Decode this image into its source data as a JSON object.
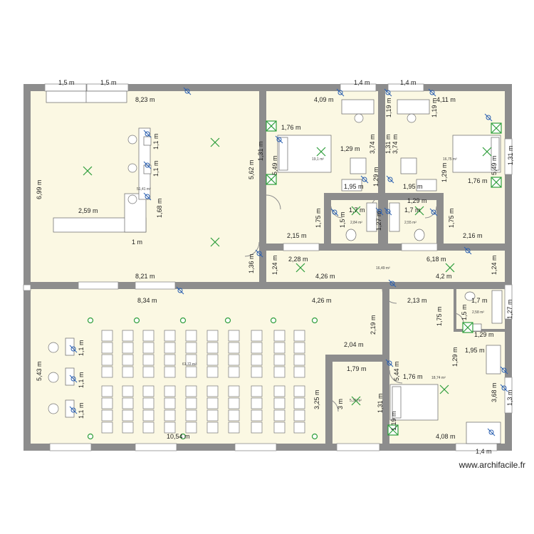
{
  "watermark": "www.archifacile.fr",
  "dimensions": [
    "1,5 m",
    "1,5 m",
    "8,23 m",
    "1,4 m",
    "1,4 m",
    "4,09 m",
    "4,11 m",
    "1,19 m",
    "1,19 m",
    "1,76 m",
    "1,31 m",
    "5,49 m",
    "1,29 m",
    "3,74 m",
    "1,31 m",
    "3,74 m",
    "5,49 m",
    "1,31 m",
    "6,99 m",
    "1,1 m",
    "1,1 m",
    "1,68 m",
    "2,59 m",
    "5,62 m",
    "1,95 m",
    "1,29 m",
    "1,95 m",
    "1,29 m",
    "1,29 m",
    "1,76 m",
    "1,75 m",
    "1,5 m",
    "1,7 m",
    "1,27 m",
    "1,7 m",
    "1,75 m",
    "2,15 m",
    "2,16 m",
    "1 m",
    "2,28 m",
    "6,18 m",
    "1,36 m",
    "8,21 m",
    "1,24 m",
    "4,26 m",
    "4,2 m",
    "1,24 m",
    "8,34 m",
    "4,26 m",
    "2,13 m",
    "1,7 m",
    "1,27 m",
    "2,19 m",
    "1,75 m",
    "1,5 m",
    "1,29 m",
    "2,04 m",
    "1,95 m",
    "1,1 m",
    "5,43 m",
    "1,1 m",
    "1,79 m",
    "1,29 m",
    "1,76 m",
    "5,44 m",
    "1,1 m",
    "3,25 m",
    "3 m",
    "1,31 m",
    "3,68 m",
    "1,3 m",
    "10,54 m",
    "1,19 m",
    "4,08 m",
    "1,4 m"
  ],
  "areas": [
    "51,41 m²",
    "19,1 m²",
    "16,75 m²",
    "2,84 m²",
    "2,55 m²",
    "16,49 m²",
    "2,58 m²",
    "61,72 m²",
    "5,36 m²",
    "18,74 m²"
  ]
}
